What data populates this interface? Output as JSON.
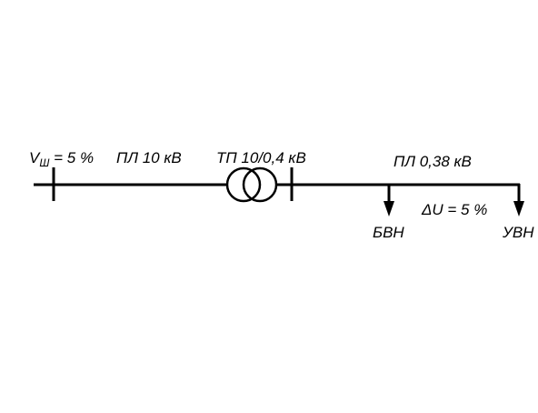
{
  "diagram": {
    "type": "single-line electrical network diagram",
    "colors": {
      "line": "#000000",
      "background": "#ffffff"
    },
    "source": {
      "symbol": "V",
      "subscript": "Ш",
      "value": " = 5 %"
    },
    "hv_line_label": "ПЛ 10 кВ",
    "transformer_label": "ТП 10/0,4 кВ",
    "lv_line_label": "ПЛ 0,38 кВ",
    "voltage_drop_label": "ΔU = 5 %",
    "near_consumer_label": "БВН",
    "far_consumer_label": "УВН",
    "components": [
      "source-bus",
      "10kV-line",
      "two-winding-transformer",
      "0.4kV-bus",
      "0.38kV-line",
      "near-load-arrow",
      "far-load-arrow"
    ]
  }
}
